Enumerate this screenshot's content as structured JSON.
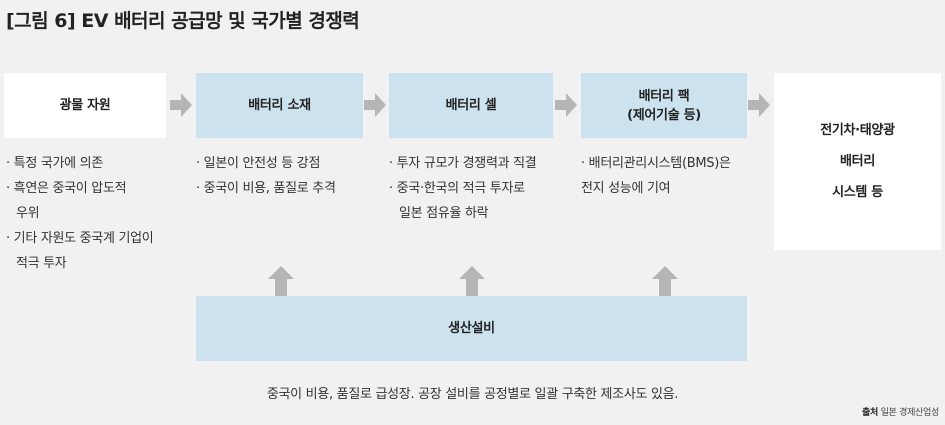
{
  "title": "[그림 6] EV 배터리 공급망 및 국가별 경쟁력",
  "stages": [
    {
      "label": "광물 자원"
    },
    {
      "label": "배터리 소재"
    },
    {
      "label": "배터리 셀"
    },
    {
      "label_line1": "배터리 팩",
      "label_line2": "(제어기술 등)"
    }
  ],
  "final": {
    "line1": "전기차·태양광",
    "line2": "배터리",
    "line3": "시스템 등"
  },
  "notes": {
    "mineral": [
      {
        "lines": [
          "특정 국가에 의존"
        ]
      },
      {
        "lines": [
          "흑연은 중국이 압도적",
          "우위"
        ]
      },
      {
        "lines": [
          "기타 자원도 중국계 기업이",
          "적극 투자"
        ]
      }
    ],
    "material": [
      {
        "lines": [
          "일본이 안전성 등 강점"
        ]
      },
      {
        "lines": [
          "중국이 비용, 품질로 추격"
        ]
      }
    ],
    "cell": [
      {
        "lines": [
          "투자 규모가 경쟁력과 직결"
        ]
      },
      {
        "lines": [
          "중국·한국의 적극 투자로",
          "일본 점유율 하락"
        ]
      }
    ],
    "pack": [
      {
        "lines": [
          "배터리관리시스템(BMS)은",
          "전지 성능에 기여"
        ]
      }
    ]
  },
  "production": {
    "label": "생산설비"
  },
  "footer_note": "중국이 비용,  품질로 급성장. 공장 설비를 공정별로 일괄 구축한 제조사도 있음.",
  "source": {
    "prefix": "출처",
    "text": "일본 경제산업성"
  },
  "colors": {
    "stage_blue": "#cce3ef",
    "arrow_gray": "#b5b5b5",
    "background": "#f1f1f1"
  }
}
